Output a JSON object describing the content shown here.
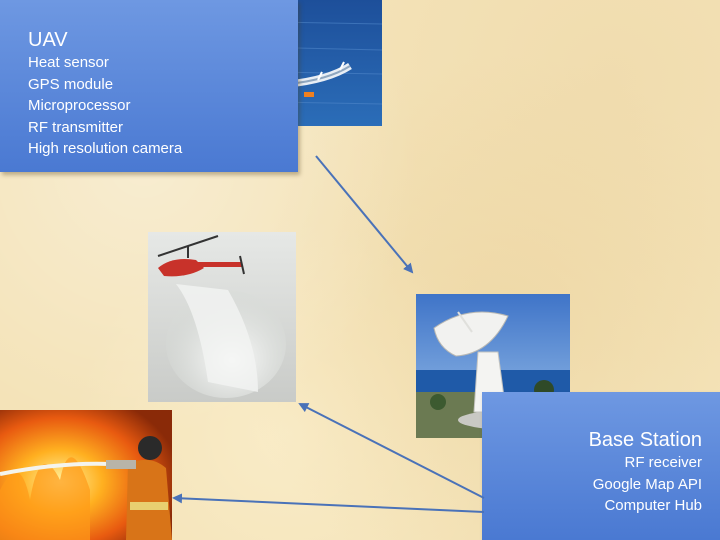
{
  "uav": {
    "title": "UAV",
    "items": [
      "Heat sensor",
      "GPS module",
      "Microprocessor",
      "RF transmitter",
      "High resolution camera"
    ]
  },
  "base_station": {
    "title": "Base Station",
    "items": [
      "RF receiver",
      "Google Map API",
      "Computer Hub"
    ]
  },
  "colors": {
    "box_fill": "#5a86d8",
    "arrow": "#4a72b8",
    "background": "#f4e3b8"
  }
}
